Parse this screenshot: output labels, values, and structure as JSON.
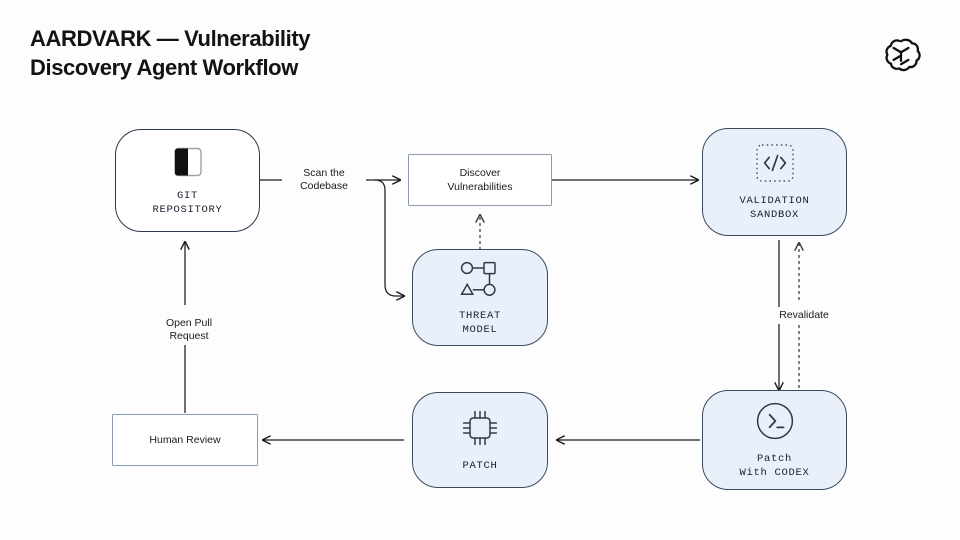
{
  "header": {
    "title": "AARDVARK — Vulnerability\nDiscovery Agent Workflow",
    "logo_icon": "openai-logo-icon"
  },
  "colors": {
    "node_fill_blue": "#eaf0fa",
    "node_fill_white": "#ffffff",
    "node_stroke": "#2b3a4a",
    "plain_box_stroke": "#8d9bb3",
    "text": "#15202e",
    "background": "#fdfdfd"
  },
  "diagram": {
    "type": "flowchart",
    "nodes": [
      {
        "id": "git-repository",
        "label": "GIT\nREPOSITORY",
        "icon": "repository-book-icon",
        "shape": "rounded",
        "fill": "white"
      },
      {
        "id": "discover-vulnerabilities",
        "label": "Discover\nVulnerabilities",
        "icon": "none",
        "shape": "rectangle",
        "fill": "white"
      },
      {
        "id": "threat-model",
        "label": "THREAT\nMODEL",
        "icon": "threat-graph-icon",
        "shape": "rounded",
        "fill": "blue"
      },
      {
        "id": "validation-sandbox",
        "label": "VALIDATION\nSANDBOX",
        "icon": "code-brackets-icon",
        "shape": "rounded",
        "fill": "blue"
      },
      {
        "id": "patch-with-codex",
        "label": "Patch\nWith CODEX",
        "icon": "terminal-prompt-icon",
        "shape": "rounded",
        "fill": "blue"
      },
      {
        "id": "patch",
        "label": "PATCH",
        "icon": "cpu-chip-icon",
        "shape": "rounded",
        "fill": "blue"
      },
      {
        "id": "human-review",
        "label": "Human Review",
        "icon": "none",
        "shape": "rectangle",
        "fill": "white"
      }
    ],
    "edges": [
      {
        "id": "scan-the-codebase",
        "from": "git-repository",
        "to": "discover-vulnerabilities",
        "label": "Scan the\nCodebase",
        "style": "solid"
      },
      {
        "id": "scan-branch-threat-model",
        "from": "git-repository",
        "to": "threat-model",
        "label": "",
        "style": "solid"
      },
      {
        "id": "threat-model-feeds-discovery",
        "from": "threat-model",
        "to": "discover-vulnerabilities",
        "label": "",
        "style": "dashed"
      },
      {
        "id": "discovery-to-sandbox",
        "from": "discover-vulnerabilities",
        "to": "validation-sandbox",
        "label": "",
        "style": "solid"
      },
      {
        "id": "sandbox-to-codex",
        "from": "validation-sandbox",
        "to": "patch-with-codex",
        "label": "",
        "style": "solid"
      },
      {
        "id": "revalidate",
        "from": "patch-with-codex",
        "to": "validation-sandbox",
        "label": "Revalidate",
        "style": "dashed"
      },
      {
        "id": "codex-to-patch",
        "from": "patch-with-codex",
        "to": "patch",
        "label": "",
        "style": "solid"
      },
      {
        "id": "patch-to-human-review",
        "from": "patch",
        "to": "human-review",
        "label": "",
        "style": "solid"
      },
      {
        "id": "open-pull-request",
        "from": "human-review",
        "to": "git-repository",
        "label": "Open Pull\nRequest",
        "style": "solid"
      }
    ]
  }
}
